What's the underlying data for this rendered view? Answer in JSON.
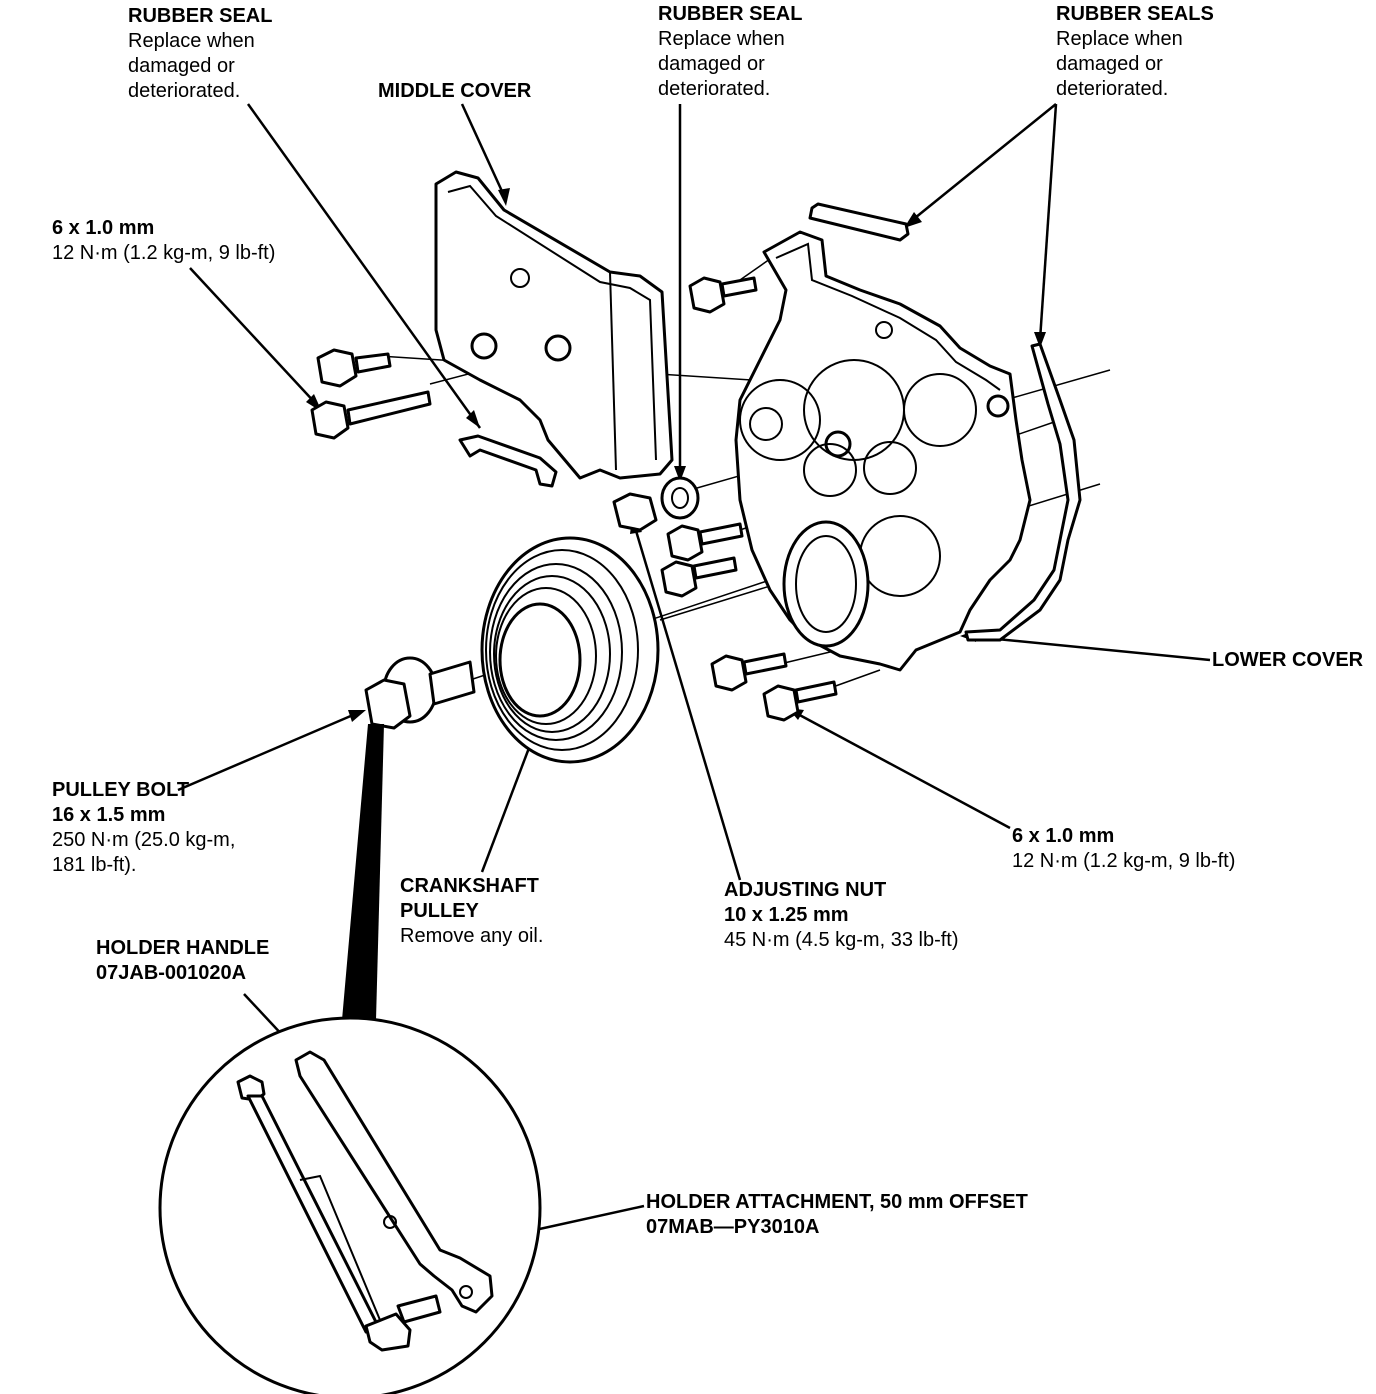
{
  "labels": {
    "rubber_seal_left": {
      "title": "RUBBER SEAL",
      "lines": [
        "Replace when",
        "damaged or",
        "deteriorated."
      ]
    },
    "middle_cover": {
      "title": "MIDDLE COVER"
    },
    "rubber_seal_center": {
      "title": "RUBBER SEAL",
      "lines": [
        "Replace when",
        "damaged or",
        "deteriorated."
      ]
    },
    "rubber_seals_right": {
      "title": "RUBBER SEALS",
      "lines": [
        "Replace when",
        "damaged or",
        "deteriorated."
      ]
    },
    "bolt_upper": {
      "title": "6 x 1.0 mm",
      "lines": [
        "12 N·m (1.2 kg-m, 9 lb-ft)"
      ]
    },
    "lower_cover": {
      "title": "LOWER COVER"
    },
    "pulley_bolt": {
      "title": "PULLEY BOLT",
      "title2": "16 x 1.5 mm",
      "lines": [
        "250 N·m (25.0 kg-m,",
        "181 lb-ft)."
      ]
    },
    "bolt_lower": {
      "title": "6 x 1.0 mm",
      "lines": [
        "12 N·m (1.2 kg-m, 9 lb-ft)"
      ]
    },
    "crankshaft_pulley": {
      "title": "CRANKSHAFT",
      "title2": "PULLEY",
      "lines": [
        "Remove any oil."
      ]
    },
    "adjusting_nut": {
      "title": "ADJUSTING NUT",
      "title2": "10 x 1.25 mm",
      "lines": [
        "45 N·m (4.5 kg-m, 33 lb-ft)"
      ]
    },
    "holder_handle": {
      "title": "HOLDER HANDLE",
      "title2": "07JAB-001020A"
    },
    "holder_attachment": {
      "title": "HOLDER ATTACHMENT, 50 mm OFFSET",
      "title2": "07MAB—PY3010A"
    }
  }
}
